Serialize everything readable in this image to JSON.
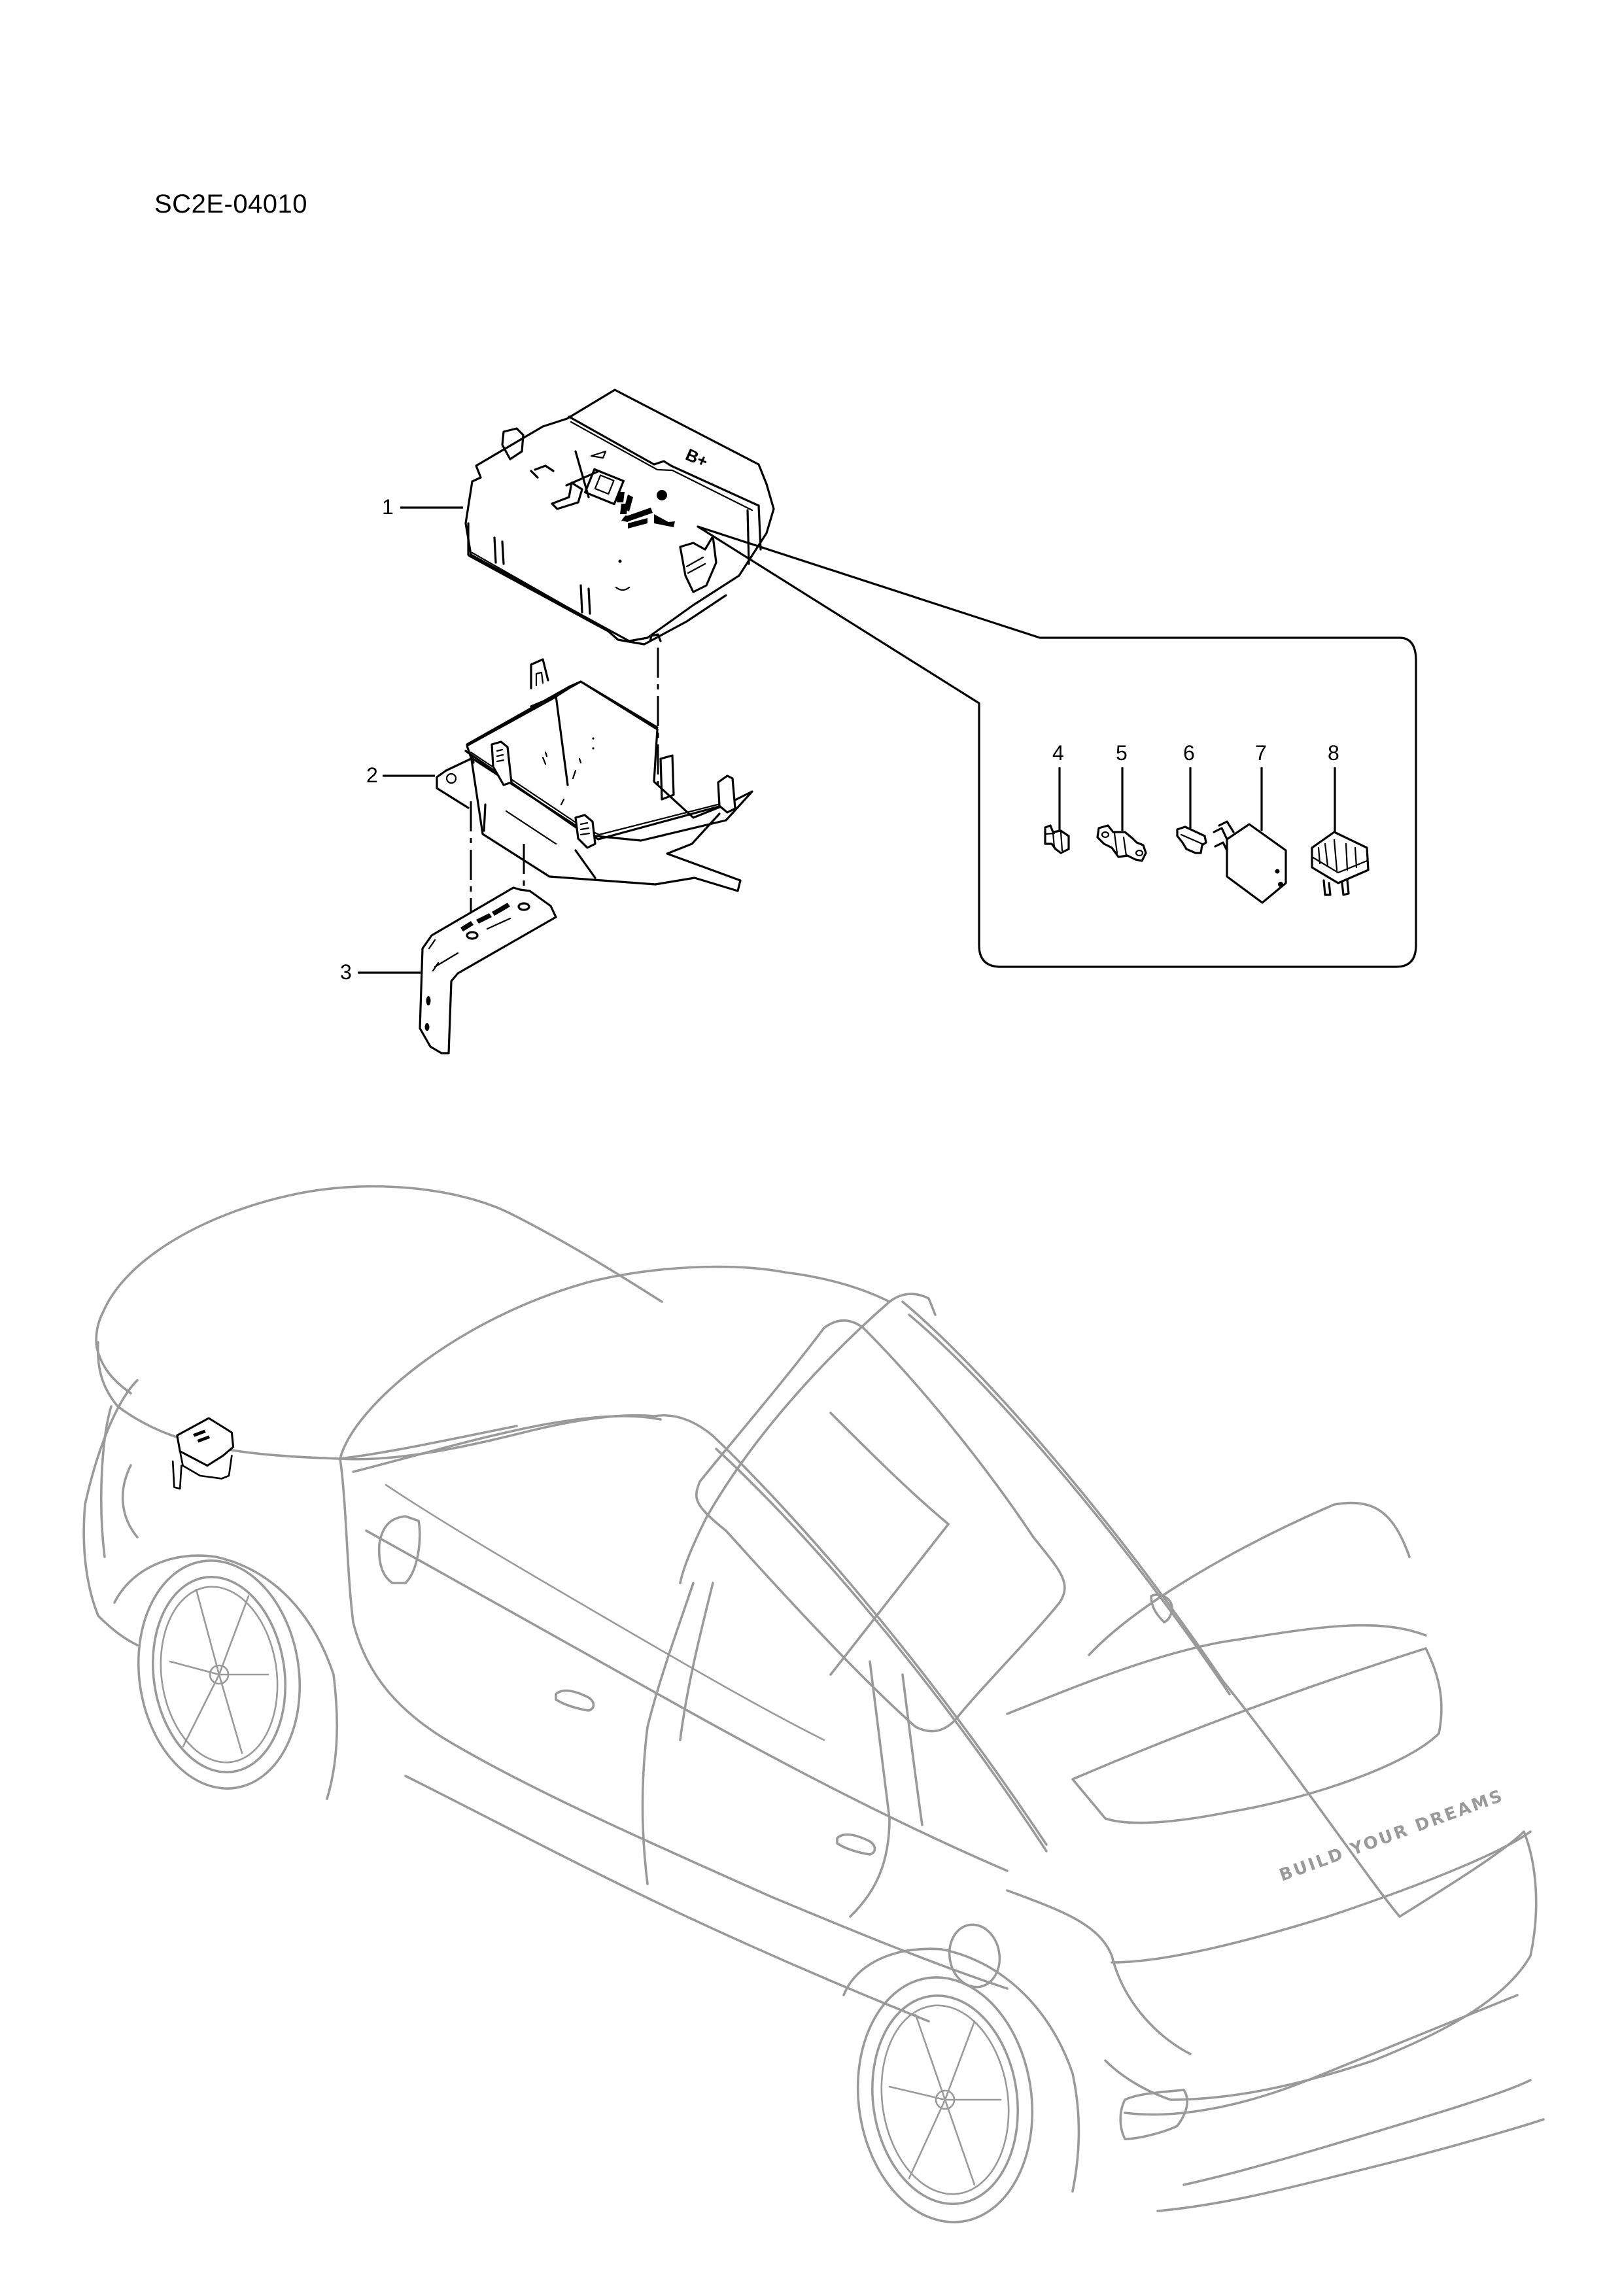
{
  "document": {
    "code": "SC2E-04010",
    "type": "parts exploded diagram"
  },
  "parts": [
    {
      "number": "1",
      "label": "1",
      "depicts": "fuse box cover"
    },
    {
      "number": "2",
      "label": "2",
      "depicts": "fuse box base / housing"
    },
    {
      "number": "3",
      "label": "3",
      "depicts": "mounting bracket"
    },
    {
      "number": "4",
      "label": "4",
      "depicts": "mini fuse"
    },
    {
      "number": "5",
      "label": "5",
      "depicts": "bolt-on fuse link"
    },
    {
      "number": "6",
      "label": "6",
      "depicts": "blade fuse"
    },
    {
      "number": "7",
      "label": "7",
      "depicts": "relay"
    },
    {
      "number": "8",
      "label": "8",
      "depicts": "micro relay"
    }
  ],
  "cover_markings": {
    "terminal_label": "B+"
  },
  "vehicle": {
    "rear_slogan": "BUILD YOUR DREAMS",
    "line_color": "#9a9a9a"
  },
  "colors": {
    "ink": "#000000",
    "vehicle_outline": "#9a9a9a",
    "background": "#ffffff"
  }
}
